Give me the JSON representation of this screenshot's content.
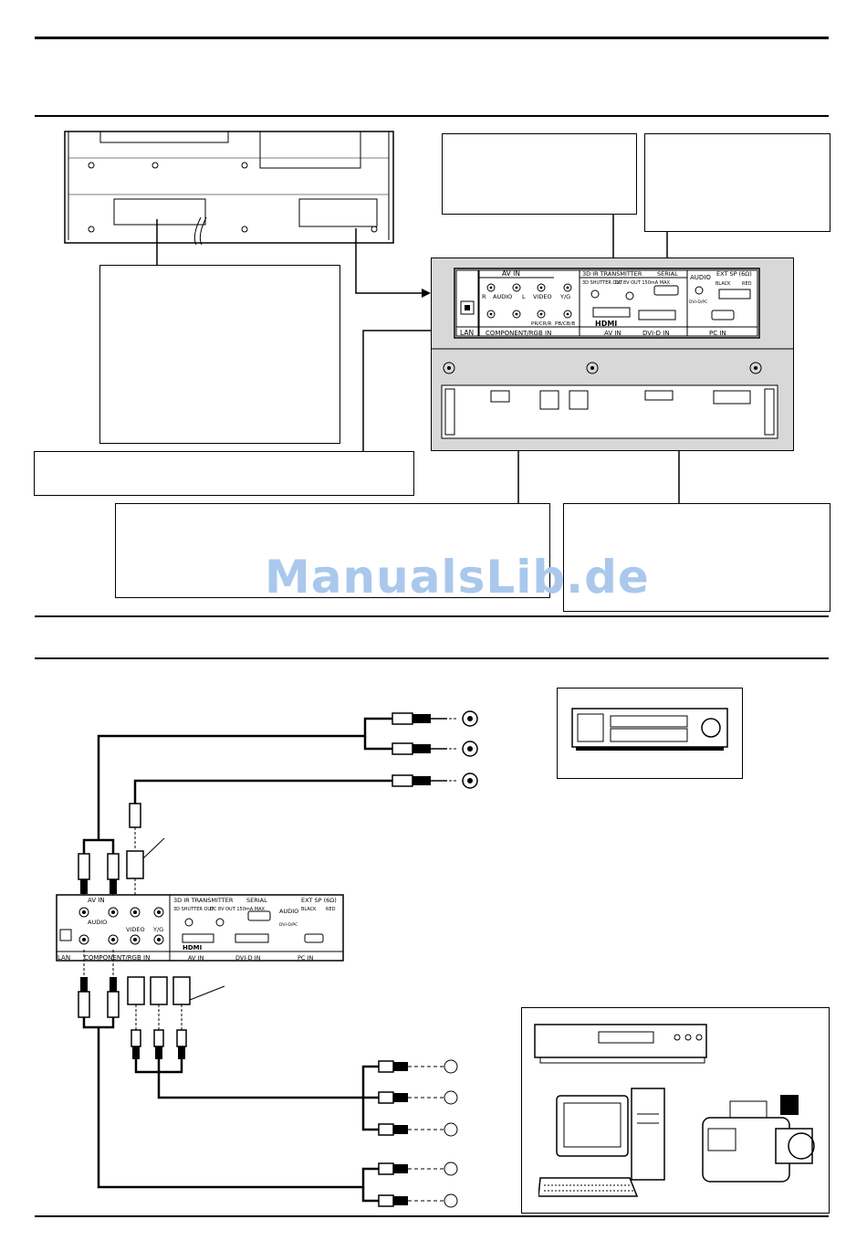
{
  "panel_top": {
    "av_in": "AV IN",
    "audio": "AUDIO",
    "r": "R",
    "l": "L",
    "video": "VIDEO",
    "yg": "Y/G",
    "pb_cb_b": "PB/CB/B",
    "pr_cr_r": "PR/CR/R",
    "component_rgb_in": "COMPONENT/RGB IN",
    "lan": "LAN",
    "ir_transmitter": "3D IR TRANSMITTER",
    "shutter_out": "3D SHUTTER OUT",
    "dc_out": "DC 8V OUT 150mA MAX",
    "serial": "SERIAL",
    "audio_right": "AUDIO",
    "dvid_pc": "DVI-D/PC",
    "ext_sp": "EXT SP (6Ω)",
    "black": "BLACK",
    "red": "RED",
    "hdmi": "HDMI",
    "av_in_hdmi": "AV IN",
    "dvid_in": "DVI-D IN",
    "pc_in": "PC IN"
  },
  "watermark": "ManualsLib.de"
}
